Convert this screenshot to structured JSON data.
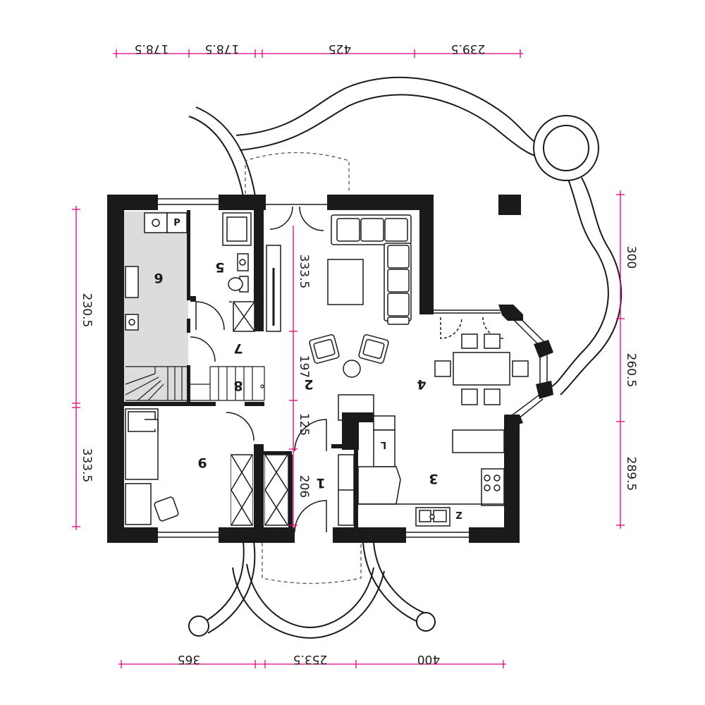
{
  "colors": {
    "dimension": "#e6007e",
    "wall": "#1a1a1a",
    "shaded_room": "#dcdcdc"
  },
  "dimensions": {
    "top": [
      "178.5",
      "178.5",
      "425",
      "239.5"
    ],
    "bottom": [
      "365",
      "253.5",
      "400"
    ],
    "left": [
      "230.5",
      "333.5"
    ],
    "right": [
      "300",
      "260.5",
      "289.5"
    ],
    "interior": [
      "333.5",
      "197",
      "125",
      "206"
    ]
  },
  "rooms": [
    "1",
    "2",
    "3",
    "4",
    "5",
    "6",
    "7",
    "8",
    "9"
  ],
  "fixtures": {
    "pantry_label": "P",
    "fridge_label": "L",
    "sink_label": "Z"
  }
}
